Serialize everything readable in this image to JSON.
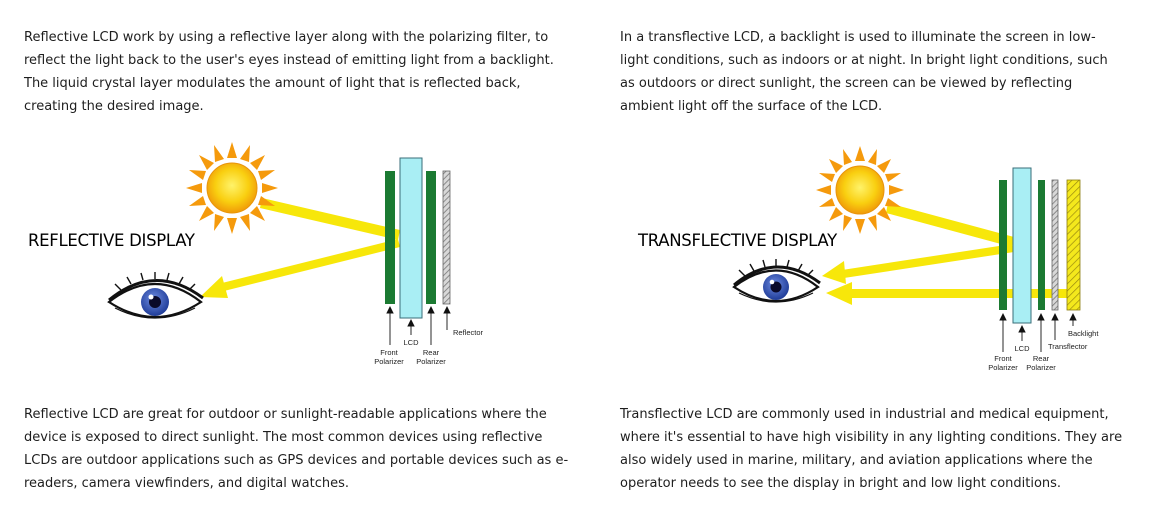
{
  "reflective": {
    "intro": "Reflective LCD work by using a reflective layer along with the polarizing filter, to reflect the light back to the user's eyes instead of emitting light from a backlight. The liquid crystal layer modulates the amount of light that is reflected back, creating the desired image.",
    "title": "REFLECTIVE DISPLAY",
    "labels": {
      "front_polarizer_1": "Front",
      "front_polarizer_2": "Polarizer",
      "lcd": "LCD",
      "rear_polarizer_1": "Rear",
      "rear_polarizer_2": "Polarizer",
      "reflector": "Reflector"
    },
    "outro": "Reflective LCD are great for outdoor or sunlight-readable applications where the device is exposed to direct sunlight. The most common devices using reflective LCDs are outdoor applications such as GPS devices and portable devices such as e-readers, camera viewfinders, and digital watches."
  },
  "transflective": {
    "intro": "In a transflective LCD, a backlight is used to illuminate the screen in low-light conditions, such as indoors or at night. In bright light conditions, such as outdoors or direct sunlight, the screen can be viewed by reflecting ambient light off the surface of the LCD.",
    "title": "TRANSFLECTIVE DISPLAY",
    "labels": {
      "front_polarizer_1": "Front",
      "front_polarizer_2": "Polarizer",
      "lcd": "LCD",
      "rear_polarizer_1": "Rear",
      "rear_polarizer_2": "Polarizer",
      "transflector": "Transflector",
      "backlight": "Backlight"
    },
    "outro": "Transflective LCD are commonly used in industrial and medical equipment, where it's essential to have high visibility in any lighting conditions. They are also widely used in marine, military, and aviation applications where the operator needs to see the display in bright and low light conditions."
  },
  "colors": {
    "light_ray": "#f7e70a",
    "polarizer": "#1b7a32",
    "lcd_glass": "#a9eef4",
    "reflector": "#a0a0a0",
    "backlight": "#f4e81c",
    "sun_core": "#f7c10c",
    "sun_rays": "#f59a0c",
    "iris": "#2a4fb0"
  }
}
